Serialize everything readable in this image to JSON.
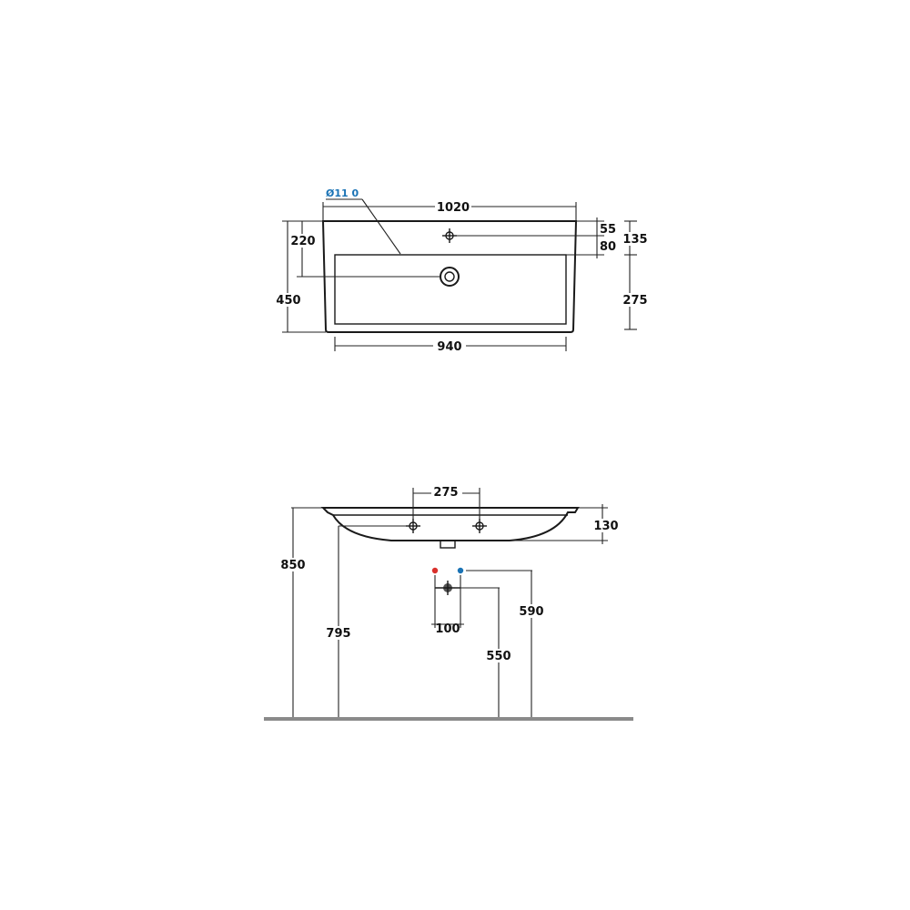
{
  "colors": {
    "line": "#1a1a1a",
    "hole_callout": "#1a73b5",
    "hot_supply": "#d9302c",
    "cold_supply": "#1a73b5",
    "floor": "#8a8a8a"
  },
  "top_view": {
    "hole_label": "Ø11 0",
    "width_overall": "1020",
    "width_basin": "940",
    "depth_overall": "450",
    "tap_to_waste": "220",
    "edge_to_tap": "55",
    "tap_to_bowl": "80",
    "edge_to_bowl": "135",
    "bowl_depth": "275"
  },
  "side_view": {
    "hole_spacing": "275",
    "bowl_height": "130",
    "total_height": "850",
    "waste_height": "795",
    "supply_spacing": "100",
    "supply_height": "590",
    "drain_height": "550"
  }
}
